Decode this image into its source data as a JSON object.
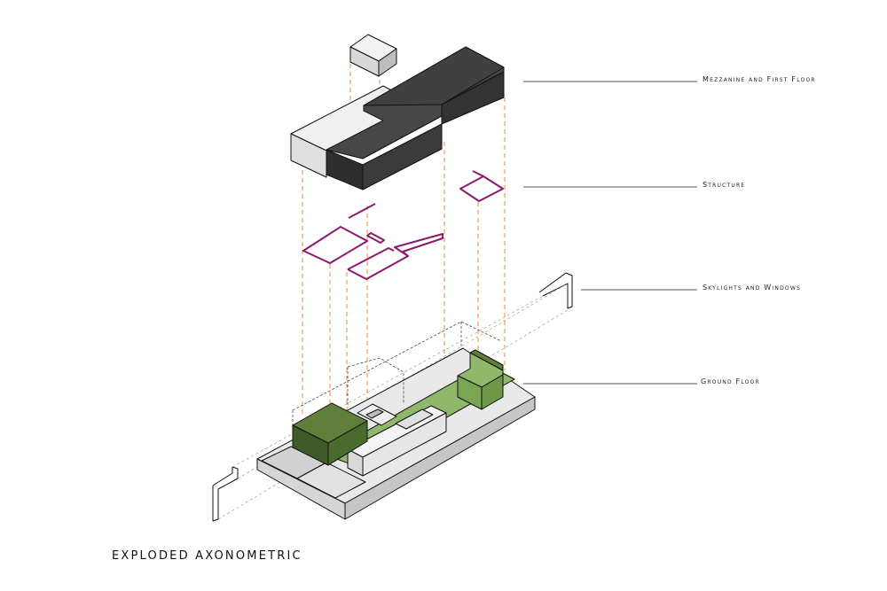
{
  "title": "EXPLODED AXONOMETRIC",
  "layers": [
    {
      "key": "mezzanine",
      "label": "Mezzanine and First Floor"
    },
    {
      "key": "structure",
      "label": "Structure"
    },
    {
      "key": "skylights",
      "label": "Skylights and Windows"
    },
    {
      "key": "ground",
      "label": "Ground Floor"
    }
  ],
  "colors": {
    "dark_volume": "#3a3a3a",
    "light_volume": "#e6e6e6",
    "green_area": "#8fb86a",
    "dark_green_volume": "#4d6a2e",
    "structure_lines": "#8b1a6b",
    "projection_lines": "#e8893a"
  }
}
